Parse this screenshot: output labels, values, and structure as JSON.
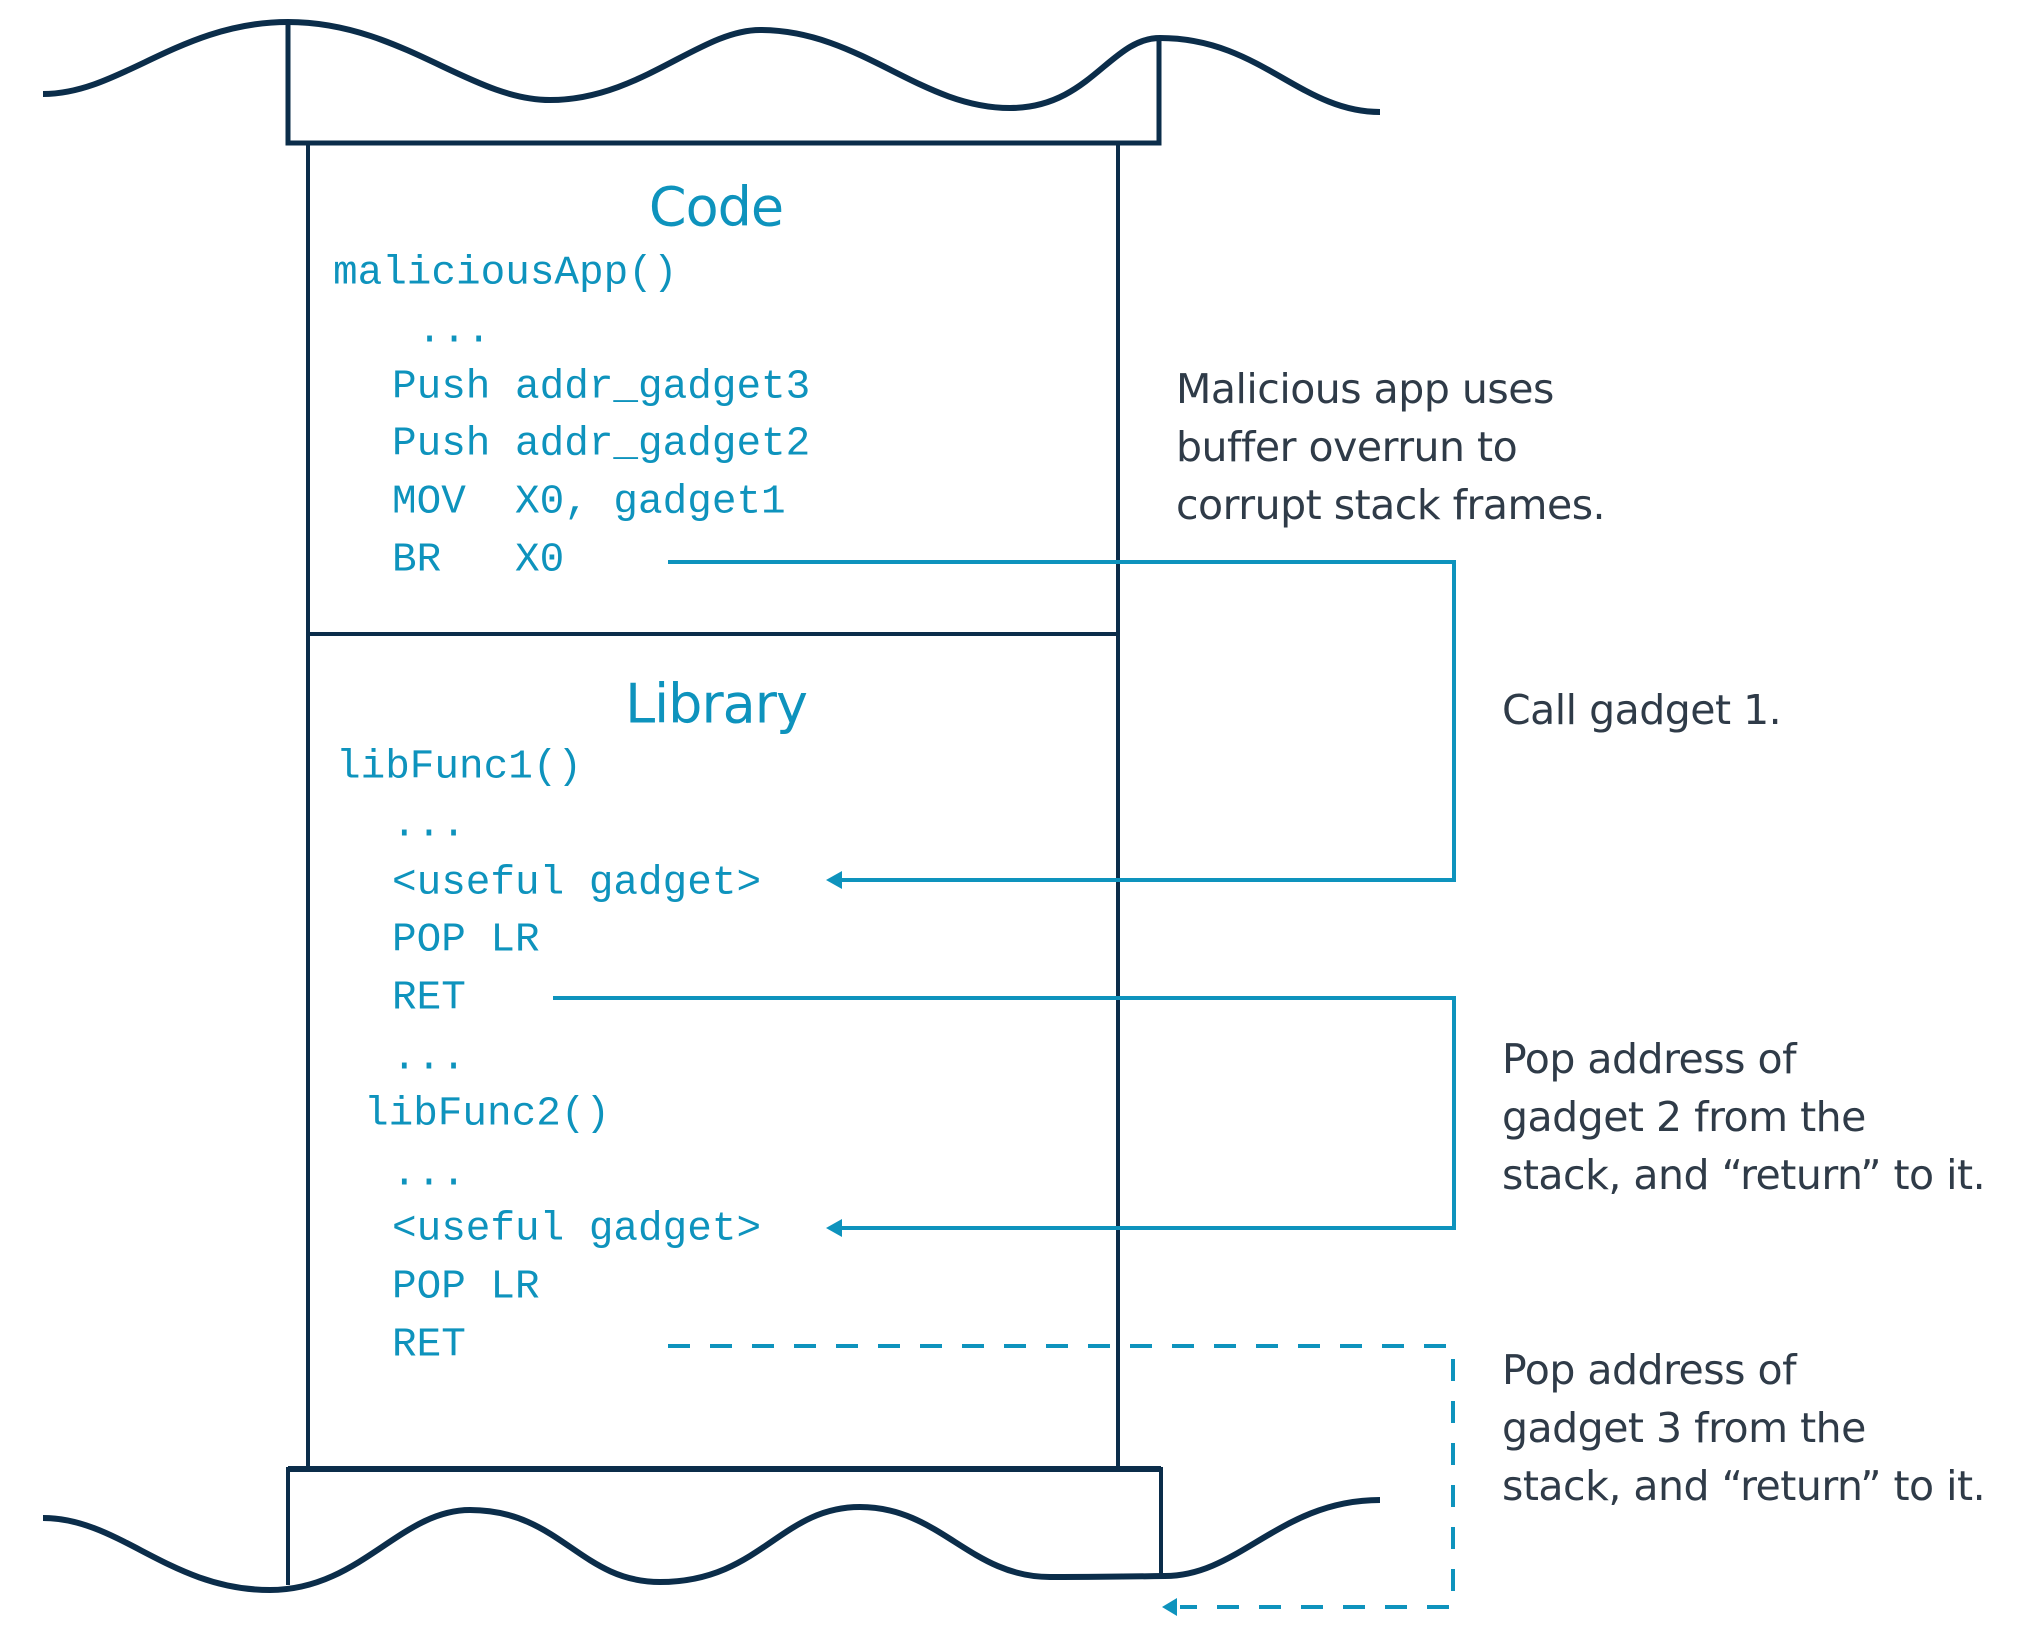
{
  "colors": {
    "outline": "#0b2d4a",
    "accent": "#0e93bd",
    "annotation_text": "#2f3b48"
  },
  "code_section": {
    "title": "Code",
    "lines": [
      "maliciousApp()",
      "  ...",
      "Push addr_gadget3",
      "Push addr_gadget2",
      "MOV  X0, gadget1",
      "BR   X0"
    ]
  },
  "library_section": {
    "title": "Library",
    "lines": [
      "libFunc1()",
      "...",
      "<useful gadget>",
      "POP LR",
      "RET",
      "...",
      "libFunc2()",
      "...",
      "<useful gadget>",
      "POP LR",
      "RET"
    ]
  },
  "annotations": {
    "malicious": [
      "Malicious app uses",
      "buffer overrun to",
      "corrupt stack frames."
    ],
    "call_gadget1": [
      "Call gadget 1."
    ],
    "pop_gadget2": [
      "Pop address of",
      "gadget 2 from the",
      "stack, and “return” to it."
    ],
    "pop_gadget3": [
      "Pop address of",
      "gadget 3 from the",
      "stack, and “return” to it."
    ]
  },
  "connectors": [
    {
      "name": "call-gadget1-arrow",
      "from": "BR   X0",
      "to": "<useful gadget> (libFunc1)",
      "style": "solid"
    },
    {
      "name": "return-gadget2-arrow",
      "from": "RET (libFunc1)",
      "to": "<useful gadget> (libFunc2)",
      "style": "solid"
    },
    {
      "name": "return-gadget3-arrow",
      "from": "RET (libFunc2)",
      "to": "gadget 3 (off-diagram)",
      "style": "dashed"
    }
  ]
}
